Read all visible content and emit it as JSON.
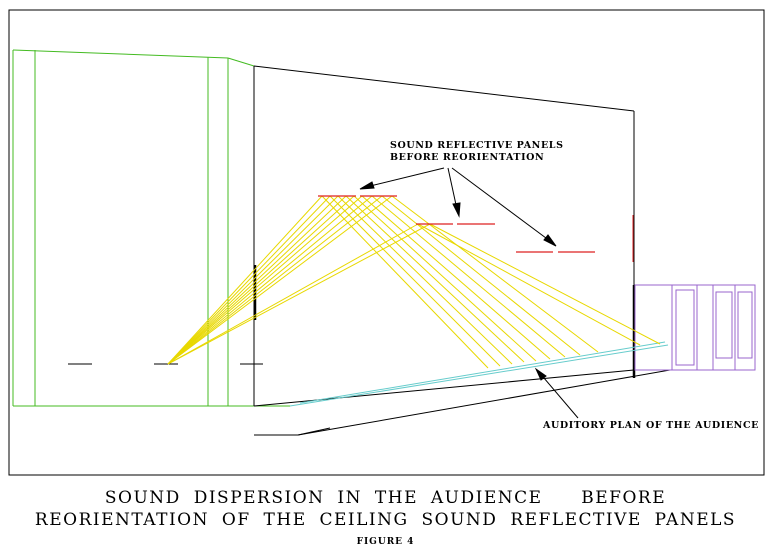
{
  "diagram": {
    "label_panels_line1": "SOUND REFLECTIVE PANELS",
    "label_panels_line2": "BEFORE REORIENTATION",
    "label_audience": "AUDITORY PLAN OF THE AUDIENCE"
  },
  "caption": {
    "line1": "SOUND DISPERSION IN THE AUDIENCE   BEFORE",
    "line2": "REORIENTATION OF THE CEILING SOUND REFLECTIVE PANELS",
    "figure": "FIGURE 4"
  },
  "colors": {
    "stage": "#44bb22",
    "hall": "#000000",
    "panels": "#dd2222",
    "rays": "#e8d800",
    "audience_plane": "#66cccc",
    "booth": "#9966cc"
  }
}
